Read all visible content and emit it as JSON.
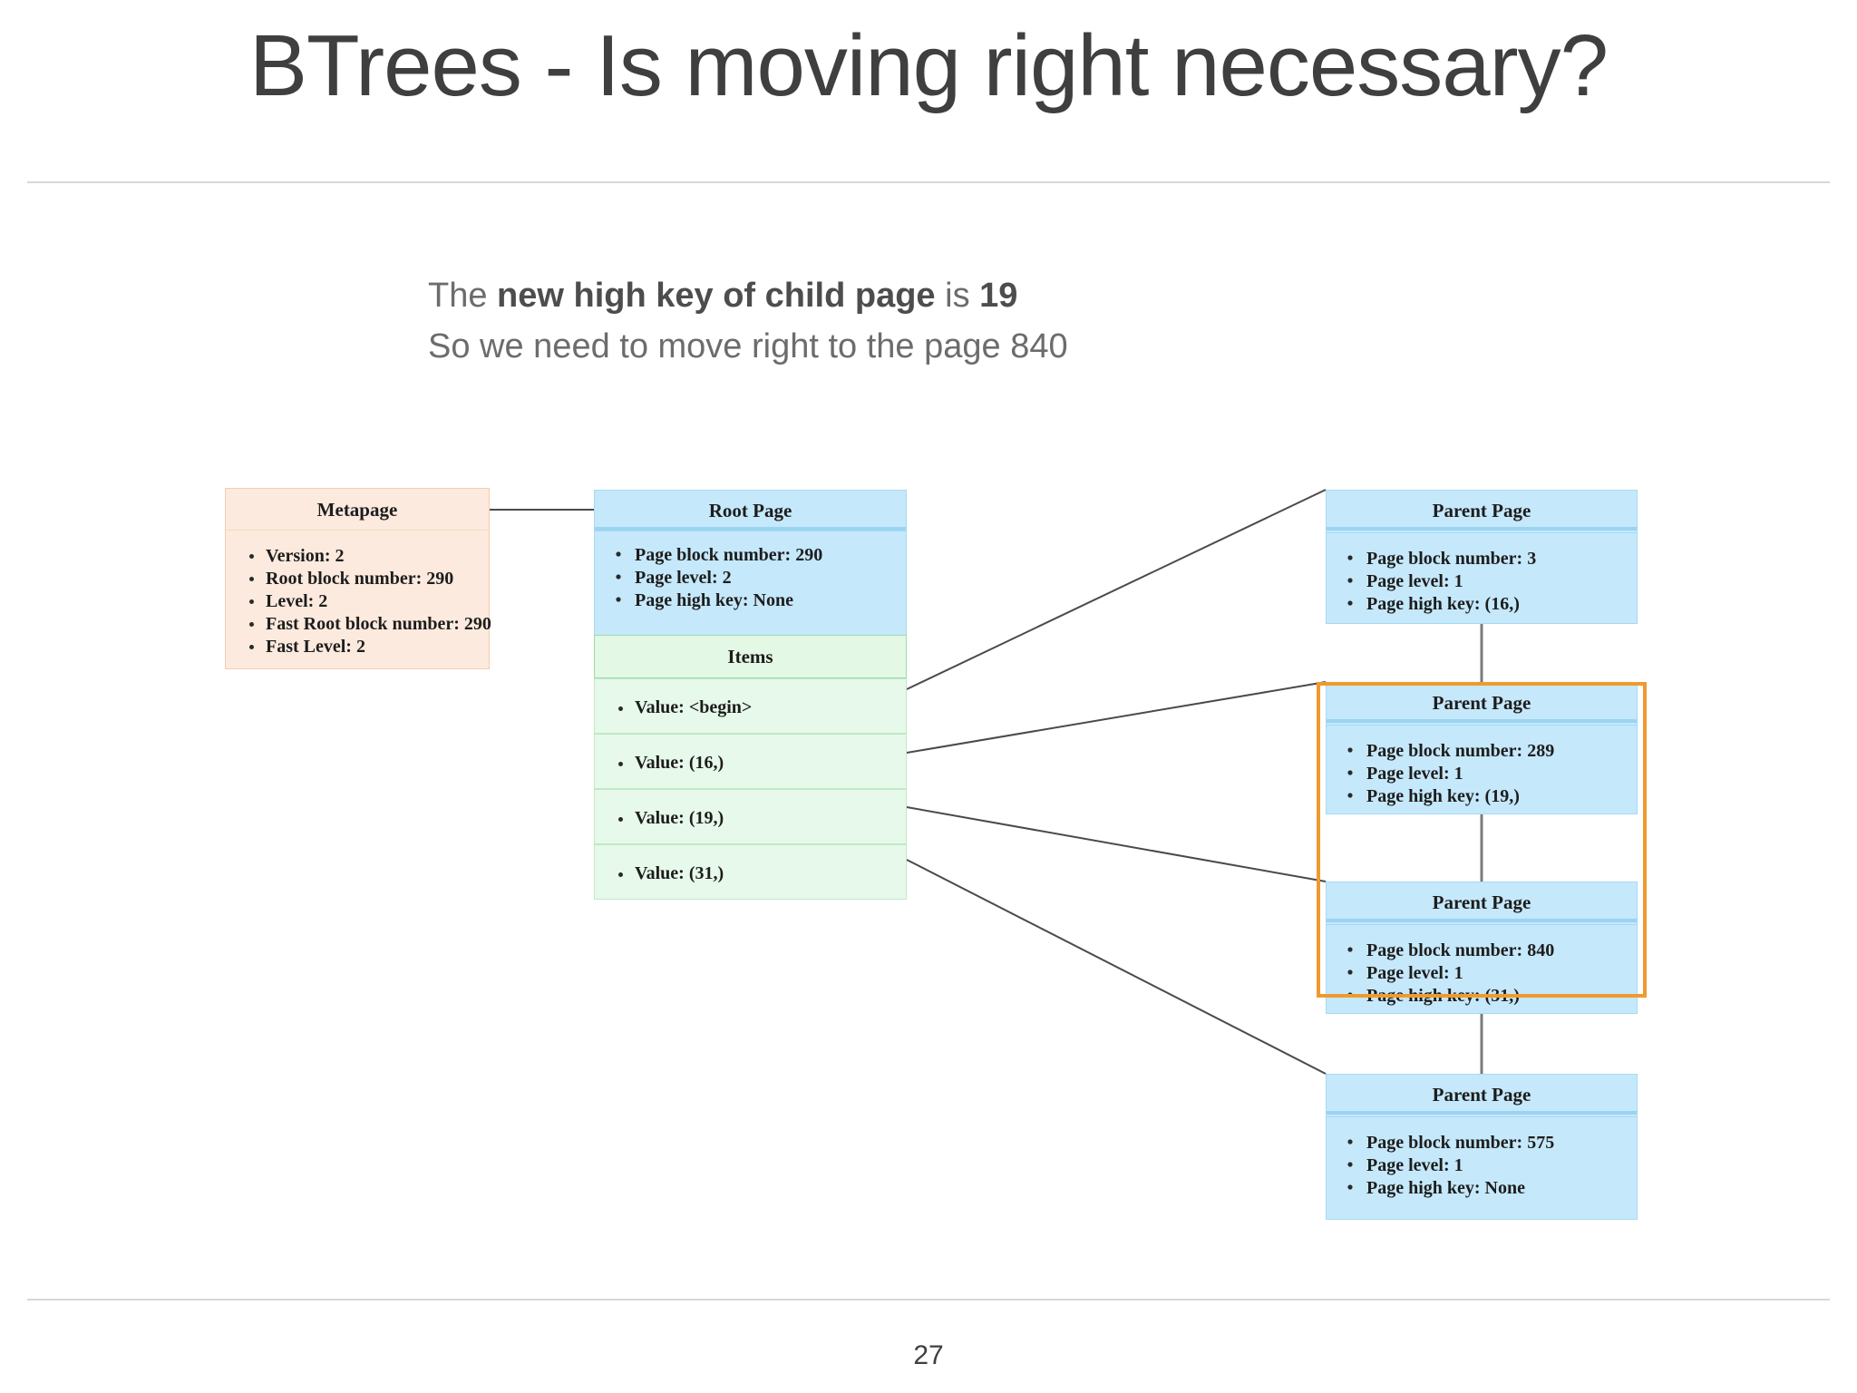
{
  "slide": {
    "title": "BTrees - Is moving right necessary?",
    "page_number": "27"
  },
  "lead": {
    "line1_prefix": "The ",
    "line1_bold": "new high key of child page",
    "line1_mid": " is ",
    "line1_value": "19",
    "line2": "So we need to move right to the page 840"
  },
  "diagram": {
    "metapage": {
      "title": "Metapage",
      "items": [
        "Version: 2",
        "Root block number: 290",
        "Level: 2",
        "Fast Root block number: 290",
        "Fast Level: 2"
      ]
    },
    "root_page": {
      "title": "Root Page",
      "items": [
        "Page block number: 290",
        "Page level: 2",
        "Page high key: None"
      ],
      "items_header": "Items",
      "values": [
        "Value: <begin>",
        "Value: (16,)",
        "Value: (19,)",
        "Value: (31,)"
      ]
    },
    "parent_pages": [
      {
        "title": "Parent Page",
        "items": [
          "Page block number: 3",
          "Page level: 1",
          "Page high key: (16,)"
        ],
        "highlighted": "false"
      },
      {
        "title": "Parent Page",
        "items": [
          "Page block number: 289",
          "Page level: 1",
          "Page high key: (19,)"
        ],
        "highlighted": "true"
      },
      {
        "title": "Parent Page",
        "items": [
          "Page block number: 840",
          "Page level: 1",
          "Page high key: (31,)"
        ],
        "highlighted": "true"
      },
      {
        "title": "Parent Page",
        "items": [
          "Page block number: 575",
          "Page level: 1",
          "Page high key: None"
        ],
        "highlighted": "false"
      }
    ]
  },
  "colors": {
    "highlight_border": "#f09a2e",
    "page_blue": "#c5e8fb",
    "items_green": "#e7f9ea",
    "metapage_peach": "#fdeade",
    "connector": "#4a4a4a"
  }
}
